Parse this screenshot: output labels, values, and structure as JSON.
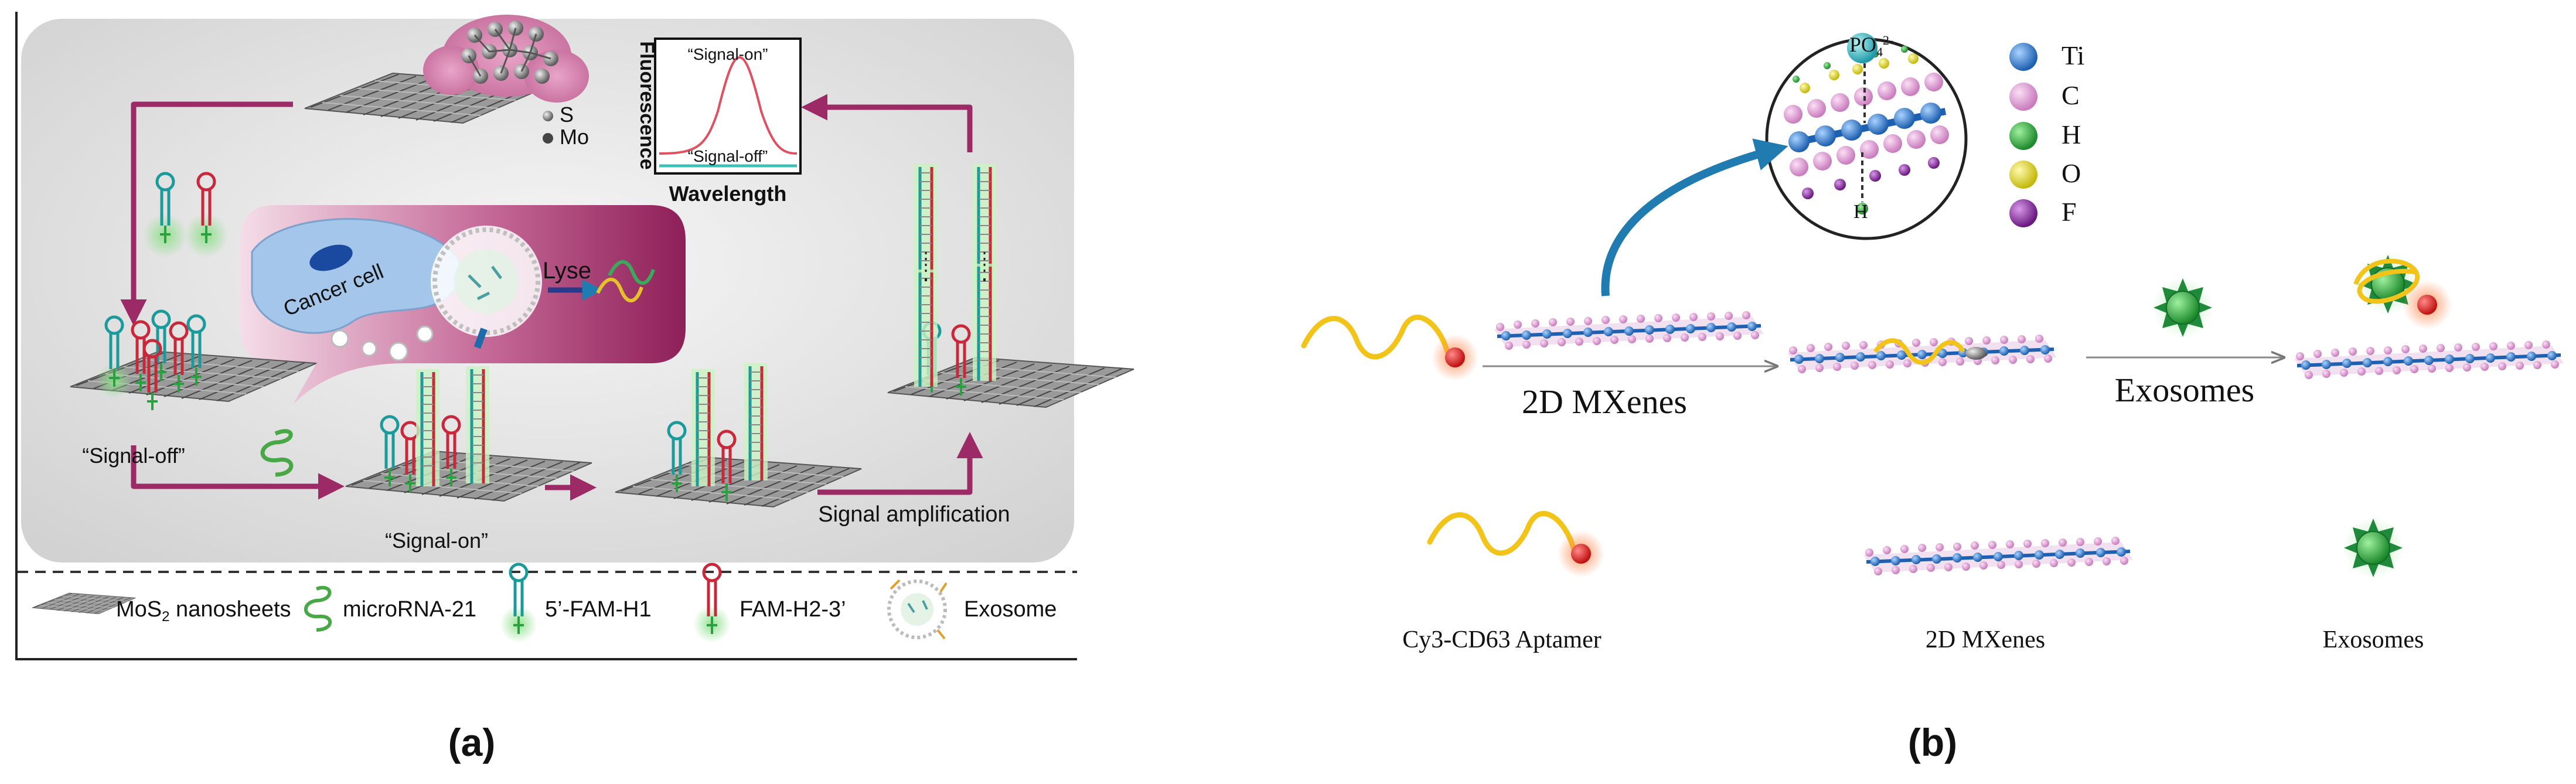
{
  "panel_a": {
    "label": "(a)",
    "legend_s": "S",
    "legend_mo": "Mo",
    "axis_y": "Fluorescence",
    "axis_x": "Wavelength",
    "signal_on_curve": "“Signal-on”",
    "signal_off_curve": "“Signal-off”",
    "cancer_cell": "Cancer cell",
    "lyse": "Lyse",
    "signal_off": "“Signal-off”",
    "signal_on": "“Signal-on”",
    "signal_amplification": "Signal amplification",
    "key": {
      "mos2_prefix": "MoS",
      "mos2_sub": "2",
      "mos2_suffix": " nanosheets",
      "microrna": "microRNA-21",
      "h1": "5’-FAM-H1",
      "h2": "FAM-H2-3’",
      "exosome": "Exosome"
    }
  },
  "panel_b": {
    "label": "(b)",
    "po4": "PO",
    "po4_sub": "4",
    "po4_sup": "2-",
    "h_atom": "H",
    "elements": [
      {
        "symbol": "Ti",
        "color": "#2f7fd6"
      },
      {
        "symbol": "C",
        "color": "#e6a0dc"
      },
      {
        "symbol": "H",
        "color": "#2faa3c"
      },
      {
        "symbol": "O",
        "color": "#e8e020"
      },
      {
        "symbol": "F",
        "color": "#8a2ea0"
      }
    ],
    "mxenes_label": "2D MXenes",
    "exosomes_label": "Exosomes",
    "key": {
      "aptamer": "Cy3-CD63 Aptamer",
      "mxenes": "2D MXenes",
      "exosomes": "Exosomes"
    }
  },
  "colors": {
    "arrow_magenta": "#9c2a66",
    "cell_panel": "#9a2a62",
    "cell_blue": "#9fc3e8",
    "aptamer_yellow": "#f2c318",
    "ti_blue": "#2f7fd6",
    "c_pink": "#e6a0dc",
    "exosome_green": "#2ea24a",
    "sheet_gray": "#8a8a8a"
  }
}
